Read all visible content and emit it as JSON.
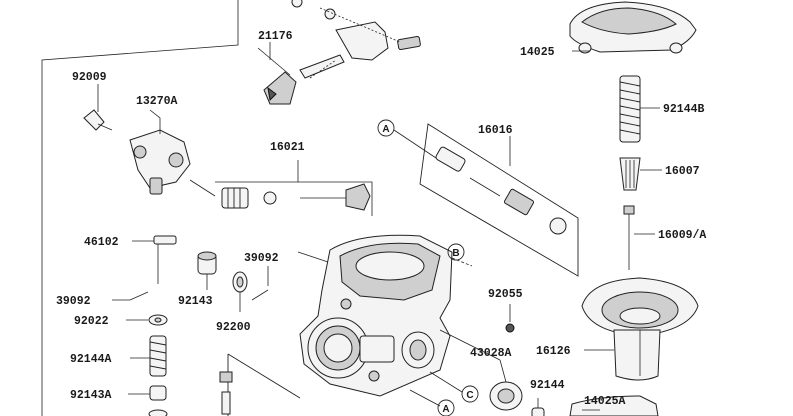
{
  "diagram": {
    "labels": {
      "p21176": "21176",
      "p14025": "14025",
      "p92009": "92009",
      "p13270A": "13270A",
      "p92144B": "92144B",
      "p16016": "16016",
      "p16021": "16021",
      "p16007": "16007",
      "p16009A": "16009/A",
      "p46102": "46102",
      "p39092a": "39092",
      "p39092b": "39092",
      "p92143": "92143",
      "p92022": "92022",
      "p92200": "92200",
      "p92055": "92055",
      "p16126": "16126",
      "p92144A": "92144A",
      "p43028A": "43028A",
      "p92143A": "92143A",
      "p92144": "92144",
      "p14025A": "14025A"
    },
    "callouts": {
      "a1": "A",
      "a2": "A",
      "b": "B",
      "c": "C"
    }
  }
}
